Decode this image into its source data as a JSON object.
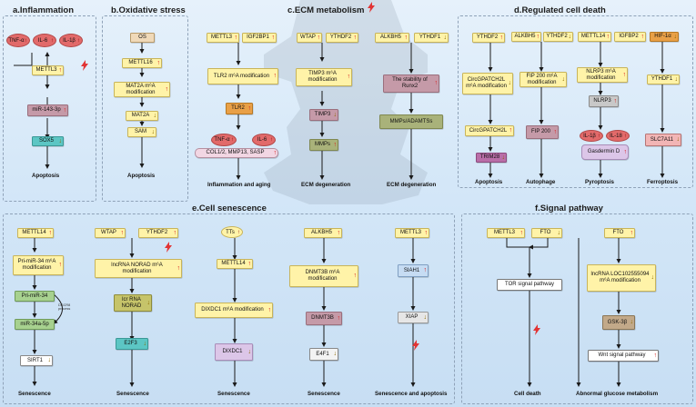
{
  "panels": {
    "a": "a.Inflammation",
    "b": "b.Oxidative stress",
    "c": "c.ECM metabolism",
    "d": "d.Regulated cell death",
    "e": "e.Cell senescence",
    "f": "f.Signal pathway"
  },
  "nodes": {
    "a_tnf": "TNF-α",
    "a_il6": "IL-6",
    "a_il1b": "IL-1β",
    "a_mettl3": "METTL3",
    "a_mir": "miR-143-3p",
    "a_sox5": "SOX5",
    "a_out": "Apoptosis",
    "b_os": "OS",
    "b_mettl16": "METTL16",
    "b_mat2a_mod": "MAT2A m⁶A modification",
    "b_mat2a": "MAT2A",
    "b_sam": "SAM",
    "b_out": "Apoptosis",
    "c_mettl3": "METTL3",
    "c_igf2bp1": "IGF2BP1",
    "c_tlr2mod": "TLR2 m⁶A modification",
    "c_tlr2": "TLR2",
    "c_tnf": "TNF-α",
    "c_il6": "IL-6",
    "c_col": "COL1/2, MMP13, SASP",
    "c_out1": "Inflammation and aging",
    "c_wtap": "WTAP",
    "c_ythdf2": "YTHDF2",
    "c_timp3mod": "TIMP3 m⁶A modification",
    "c_timp3": "TIMP3",
    "c_mmps": "MMPs",
    "c_out2": "ECM degeneration",
    "c_alkbh5": "ALKBH5",
    "c_ythdf1": "YTHDF1",
    "c_runx2": "The stability of Runx2",
    "c_adamts": "MMPs/ADAMTSs",
    "c_out3": "ECM degeneration",
    "d_ythdf2": "YTHDF2",
    "d_circmod": "CircGPATCH2L m⁶A modification",
    "d_circ": "CircGPATCH2L",
    "d_trim28": "TRIM28",
    "d_out1": "Apoptosis",
    "d_alkbh5": "ALKBH5",
    "d_ythdf2b": "YTHDF2",
    "d_fipmod": "FIP 200 m⁶A modification",
    "d_fip": "FIP 200",
    "d_out2": "Autophage",
    "d_mettl14": "METTL14",
    "d_igfbp2": "IGFBP2",
    "d_nlrp3mod": "NLRP3 m⁶A modification",
    "d_nlrp3": "NLRP3",
    "d_il1b": "IL-1β",
    "d_il18": "IL-18",
    "d_gsdmd": "Gasdermin D",
    "d_out3": "Pyroptosis",
    "d_hif": "HIF-1α",
    "d_ythdf1": "YTHDF1",
    "d_slc": "SLC7A11",
    "d_out4": "Ferroptosis",
    "e_mettl14": "METTL14",
    "e_primod": "Pri-miR-34 m⁶A modification",
    "e_pri": "Pri-miR-34",
    "e_dgcr8": "DGCR8 process",
    "e_mir": "miR-34a-5p",
    "e_sirt1": "SIRT1",
    "e_out1": "Senescence",
    "e_wtap": "WTAP",
    "e_ythdf2": "YTHDF2",
    "e_noradmod": "lncRNA NORAD m⁶A modification",
    "e_norad": "lcr RNA NORAD",
    "e_e2f3": "E2F3",
    "e_out2": "Senescence",
    "e_tts": "TTs",
    "e_mettl14b": "METTL14",
    "e_dixmod": "DIXDC1 m⁶A modification",
    "e_dix": "DIXDC1",
    "e_out3": "Senescence",
    "e_alkbh5": "ALKBH5",
    "e_dnmtmod": "DNMT3B m⁶A modification",
    "e_dnmt": "DNMT3B",
    "e_e4f1": "E4F1",
    "e_out4": "Senescence",
    "e_mettl3": "METTL3",
    "e_siah1": "SIAH1",
    "e_xiap": "XIAP",
    "e_out5": "Senescence and apoptosis",
    "f_mettl3": "METTL3",
    "f_fto": "FTO",
    "f_tor": "TOR signal pathway",
    "f_out1": "Cell death",
    "f_fto2": "FTO",
    "f_lnc": "lncRNA LOC102555094 m⁶A modification",
    "f_gsk": "GSK-3β",
    "f_wnt": "Wnt signal pathway",
    "f_out2": "Abnormal glucose metabolism"
  },
  "arrow_up": "↑",
  "arrow_down": "↓",
  "colors": {
    "node_yellow": "#fff3a8",
    "node_red": "#e26a6a",
    "node_orange": "#e9a047",
    "node_olive": "#a9b27a",
    "node_mauve": "#c59aa8",
    "node_lilac": "#dcc6e8",
    "node_green": "#a7d18f",
    "node_teal": "#5cc6c4",
    "node_gray": "#c8c8c8",
    "node_blue": "#c6dcf3",
    "bolt": "#e23434",
    "line": "#1a1a1a"
  }
}
